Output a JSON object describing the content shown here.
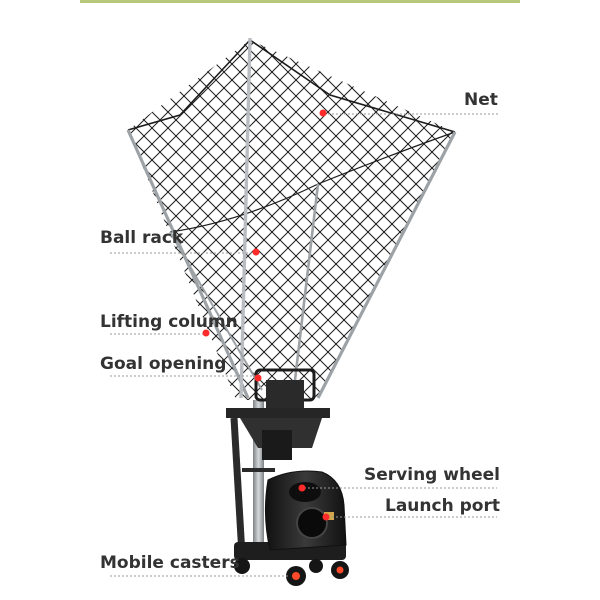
{
  "colors": {
    "top_bar": "#b9c77a",
    "label_text": "#333333",
    "marker_dot": "#ff2a2a",
    "leader_line": "#9a9a9a",
    "frame_metal": "#9da2a6",
    "net_cord": "#1c1c1c",
    "machine_body": "#232323"
  },
  "labels": {
    "net": "Net",
    "ball_rack": "Ball rack",
    "lifting_column": "Lifting column",
    "goal_opening": "Goal opening",
    "serving_wheel": "Serving wheel",
    "launch_port": "Launch port",
    "mobile_casters": "Mobile casters"
  }
}
